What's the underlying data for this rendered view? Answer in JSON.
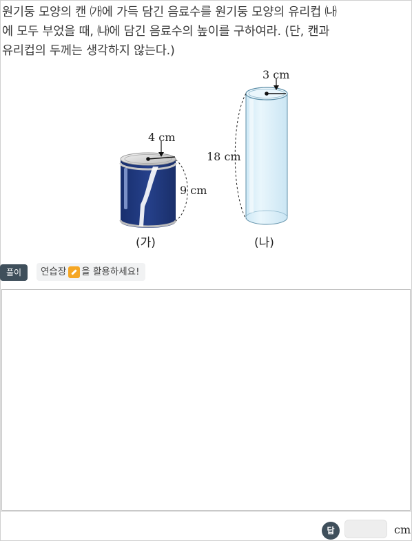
{
  "question": {
    "text": "원기둥 모양의 캔 ㈎에 가득 담긴 음료수를 원기둥 모양의 유리컵 ㈏\n에 모두 부었을 때, ㈏에 담긴 음료수의 높이를 구하여라. (단, 캔과\n유리컵의 두께는 생각하지 않는다.)"
  },
  "figure": {
    "can": {
      "radius_label": "4 cm",
      "height_label": "9 cm",
      "caption": "(가)"
    },
    "cup": {
      "radius_label": "3 cm",
      "height_label": "18 cm",
      "caption": "(나)"
    },
    "colors": {
      "can_body": "#213a7e",
      "cup_body": "#dff1fb"
    }
  },
  "solution": {
    "badge": "풀이",
    "hint_before": "연습장",
    "hint_after": "을 활용하세요!",
    "hint_icon": "pencil-memo-icon"
  },
  "answer": {
    "badge": "답",
    "value": "",
    "unit": "cm"
  }
}
